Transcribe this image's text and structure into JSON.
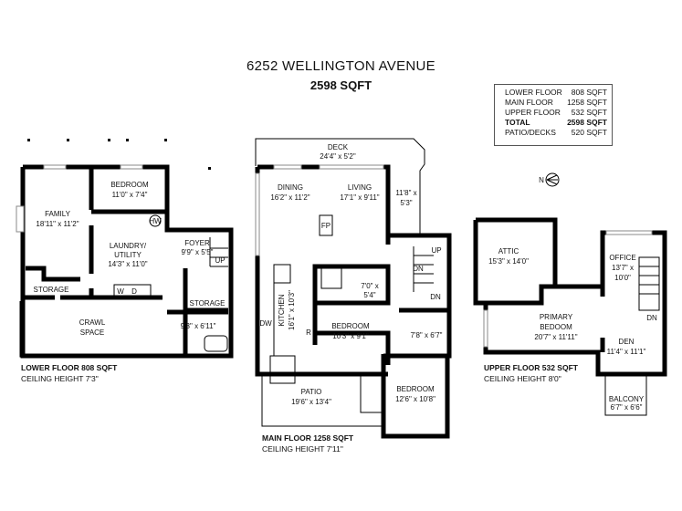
{
  "header": {
    "address": "6252 WELLINGTON AVENUE",
    "total_sqft": "2598 SQFT"
  },
  "summary": [
    {
      "label": "LOWER FLOOR",
      "value": "808 SQFT",
      "bold": false
    },
    {
      "label": "MAIN FLOOR",
      "value": "1258 SQFT",
      "bold": false
    },
    {
      "label": "UPPER FLOOR",
      "value": "532 SQFT",
      "bold": false
    },
    {
      "label": "TOTAL",
      "value": "2598 SQFT",
      "bold": true
    },
    {
      "label": "PATIO/DECKS",
      "value": "520 SQFT",
      "bold": false
    }
  ],
  "compass": "N",
  "lower": {
    "floor_label": "LOWER FLOOR 808 SQFT",
    "ceiling": "CEILING HEIGHT 7'3\"",
    "family": {
      "name": "FAMILY",
      "dims": "18'11\" x 11'2\""
    },
    "bedroom": {
      "name": "BEDROOM",
      "dims": "11'0\" x 7'4\""
    },
    "laundry": {
      "name": "LAUNDRY/",
      "name2": "UTILITY",
      "dims": "14'3\" x 11'0\""
    },
    "foyer": {
      "name": "FOYER",
      "dims": "9'9\" x 5'5\""
    },
    "storage1": "STORAGE",
    "storage2": "STORAGE",
    "crawl": {
      "name": "CRAWL",
      "name2": "SPACE"
    },
    "bath": {
      "dims": "9'3\" x 6'11\""
    },
    "hw": "HW",
    "w": "W",
    "d": "D",
    "up": "UP"
  },
  "main": {
    "floor_label": "MAIN FLOOR 1258 SQFT",
    "ceiling": "CEILING HEIGHT 7'11\"",
    "deck": {
      "name": "DECK",
      "dims": "24'4\" x 5'2\""
    },
    "dining": {
      "name": "DINING",
      "dims": "16'2\" x 11'2\""
    },
    "living": {
      "name": "LIVING",
      "dims": "17'1\" x 9'11\""
    },
    "nook": {
      "dims1": "11'8\" x",
      "dims2": "5'3\""
    },
    "fp": "FP",
    "kitchen": {
      "name": "KITCHEN",
      "dims": "16'1\" x 10'3\""
    },
    "bath1": {
      "dims1": "7'0\" x",
      "dims2": "5'4\""
    },
    "bedroom1": {
      "name": "BEDROOM",
      "dims": "10'3\" x 9'1\""
    },
    "bath2": {
      "dims": "7'8\" x 6'7\""
    },
    "bedroom2": {
      "name": "BEDROOM",
      "dims": "12'6\" x 10'8\""
    },
    "patio": {
      "name": "PATIO",
      "dims": "19'6\" x 13'4\""
    },
    "dw": "DW",
    "r": "R",
    "up": "UP",
    "dn1": "DN",
    "dn2": "DN"
  },
  "upper": {
    "floor_label": "UPPER FLOOR 532 SQFT",
    "ceiling": "CEILING HEIGHT 8'0\"",
    "attic": {
      "name": "ATTIC",
      "dims": "15'3\" x 14'0\""
    },
    "office": {
      "name": "OFFICE",
      "dims1": "13'7\" x",
      "dims2": "10'0\""
    },
    "primary": {
      "name": "PRIMARY",
      "name2": "BEDOOM",
      "dims": "20'7\" x 11'11\""
    },
    "den": {
      "name": "DEN",
      "dims": "11'4\" x 11'1\""
    },
    "balcony": {
      "name": "BALCONY",
      "dims": "6'7\" x 6'6\""
    },
    "dn": "DN"
  }
}
